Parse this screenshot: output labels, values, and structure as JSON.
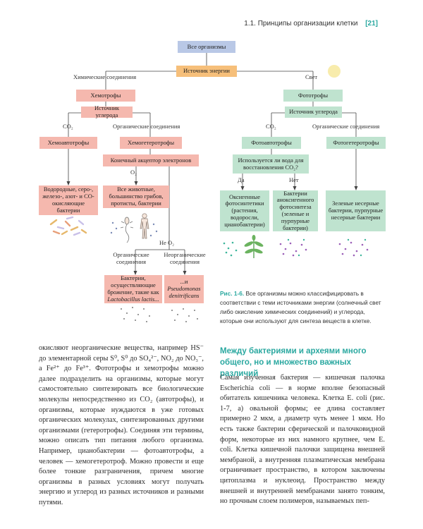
{
  "header": {
    "section": "1.1.  Принципы организации клетки",
    "page": "[21]"
  },
  "diagram": {
    "all_organisms": "Все организмы",
    "energy_source": "Источник энергии",
    "chemical_compounds": "Химические соединения",
    "light": "Свет",
    "chemotrophs": "Хемотрофы",
    "phototrophs": "Фототрофы",
    "carbon_source_left": "Источник углерода",
    "carbon_source_right": "Источник углерода",
    "co2_left": "CO₂",
    "organic_left": "Органические соединения",
    "co2_right": "CO₂",
    "organic_right": "Органические соединения",
    "chemoautotrophs": "Хемоавтотрофы",
    "chemoheterotrophs": "Хемогетеротрофы",
    "photoautotrophs": "Фотоавтотрофы",
    "photoheterotrophs": "Фотогетеротрофы",
    "final_acceptor": "Конечный акцептор электронов",
    "o2": "O₂",
    "no_o2": "Не O₂",
    "water_question": "Используется ли вода для восстановления CO₂?",
    "yes": "Да",
    "no": "Нет",
    "chemoauto_examples": "Водородные, серо-, железо-, азот- и CO-окисляющие бактерии",
    "animals_examples": "Все животные, большинство грибов, протисты, бактерии",
    "oxygenic": "Оксигенные фотосинтетики (растения, водоросли, цианобактерии)",
    "anoxygenic": "Бактерии аноксигенного фотосинтеза (зеленые и пурпурные бактерии)",
    "photohetero_examples": "Зеленые несерные бактерии, пурпурные несерные бактерии",
    "organic_comp": "Органические соединения",
    "inorganic_comp": "Неорганические соединения",
    "fermentation": "Бактерии, осуществляющие брожение, такие как",
    "fermentation_species": "Lactobacillus lactis...",
    "pseudomonas_prefix": "...и",
    "pseudomonas_species": "Pseudomonas denitrificans"
  },
  "caption": {
    "label": "Рис. 1-6.",
    "text": " Все организмы можно классифицировать в соответствии с теми источниками энергии (солнечный свет либо окисление химических соединений) и углерода, которые они используют для синтеза веществ в клетке."
  },
  "left_column": "окисляют неорганические вещества, например HS⁻ до элементарной серы S⁰, S⁰ до SO₄²⁻, NO₂ до NO₃⁻, а Fe²⁺ до Fe³⁺. Фототрофы и хемотрофы можно далее подразделить на организмы, которые могут самостоятельно синтезировать все биологические молекулы непосредственно из CO₂ (автотрофы), и организмы, которые нуждаются в уже готовых органических молекулах, синтезированных другими организмами (гетеротрофы). Соединяя эти термины, можно описать тип питания любого организма. Например, цианобактерии — фотоавтотрофы, а человек — хемогетеротроф. Можно провести и еще более тонкие разграничения, причем многие организмы в разных условиях могут получать энергию и углерод из разных источников и разными путями.",
  "section_title": "Между бактериями и археями много общего, но и множество важных различий",
  "right_column": "Самая изученная бактерия — кишечная палочка Escherichia coli — в норме вполне безопасный обитатель кишечника человека. Клетка E. coli (рис. 1-7, а) овальной формы; ее длина составляет примерно 2 мкм, а диаметр чуть менее 1 мкм. Но есть также бактерии сферической и палочковидной форм, некоторые из них намного крупнее, чем E. coli. Клетка кишечной палочки защищена внешней мембраной, а внутренняя плазматическая мембрана ограничивает пространство, в котором заключены цитоплазма и нуклеоид. Пространство между внешней и внутренней мембранами занято тонким, но прочным слоем полимеров, называемых пеп-",
  "colors": {
    "accent": "#2aa8a0",
    "blue_box": "#b9c8e6",
    "orange_box": "#f6bf7a",
    "pink_box": "#f5b8ae",
    "green_box": "#bfe3cf",
    "sun": "#f8ecac"
  },
  "icons": [
    "sun-icon",
    "bacteria-cluster-icon",
    "sperm-cell-icon",
    "human-figure-icon",
    "plant-icon",
    "dots-cluster-icon"
  ]
}
